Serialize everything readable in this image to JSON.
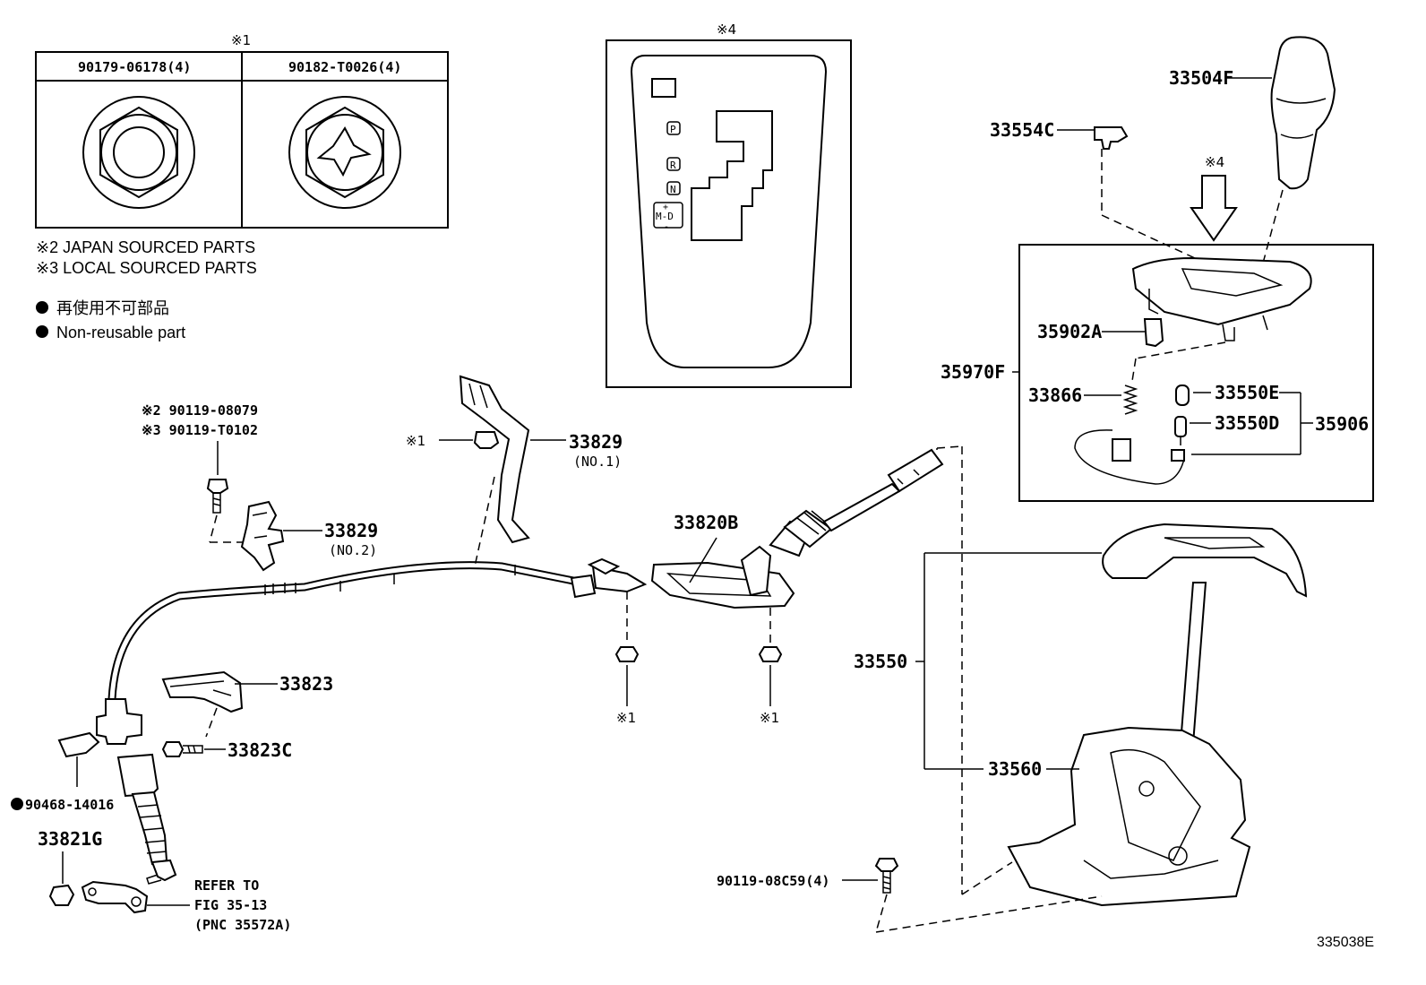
{
  "table": {
    "mark": "※1",
    "col1": "90179-06178(4)",
    "col2": "90182-T0026(4)"
  },
  "notes": {
    "japan": "※2 JAPAN SOURCED PARTS",
    "local": "※3 LOCAL SOURCED PARTS",
    "jp_nonreusable": "再使用不可部品",
    "nonreusable": "Non-reusable part"
  },
  "gate": {
    "mark": "※4",
    "positions": [
      "P",
      "R",
      "N",
      "M-D"
    ],
    "plus": "+",
    "minus": "-"
  },
  "labels": {
    "p33504F": "33504F",
    "p33554C": "33554C",
    "mark4_arrow": "※4",
    "p35902A": "35902A",
    "p35970F": "35970F",
    "p33866": "33866",
    "p33550E": "33550E",
    "p33550D": "33550D",
    "p35906": "35906",
    "p33829_1": "33829",
    "p33829_1_sub": "(NO.1)",
    "mark1_clip": "※1",
    "bolt_japan": "※2 90119-08079",
    "bolt_local": "※3 90119-T0102",
    "p33829_2": "33829",
    "p33829_2_sub": "(NO.2)",
    "p33820B": "33820B",
    "nut1_mark": "※1",
    "nut2_mark": "※1",
    "p33550": "33550",
    "p33560": "33560",
    "p33823": "33823",
    "p33823C": "33823C",
    "p90468": "90468-14016",
    "p33821G": "33821G",
    "refer1": "REFER TO",
    "refer2": "FIG 35-13",
    "refer3": "(PNC 35572A)",
    "p90119_08C59": "90119-08C59(4)",
    "fig_code": "335038E"
  }
}
